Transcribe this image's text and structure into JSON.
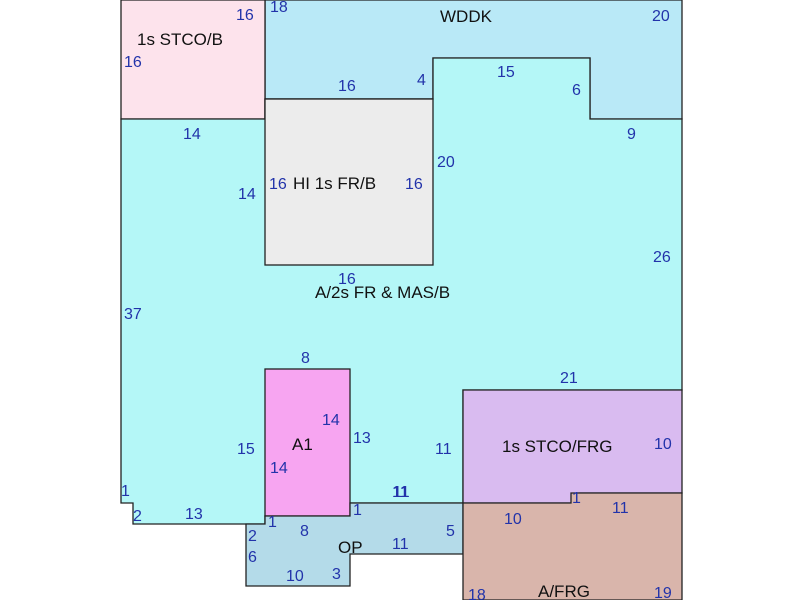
{
  "sketch": {
    "areas": [
      {
        "id": "wddk",
        "label": "WDDK",
        "fill": "#b9e9f7"
      },
      {
        "id": "stco-b",
        "label": "1s STCO/B",
        "fill": "#fde3ec"
      },
      {
        "id": "main",
        "label": "A/2s FR & MAS/B",
        "fill": "#b4f7f7"
      },
      {
        "id": "hi",
        "label": "HI 1s FR/B",
        "fill": "#ececec"
      },
      {
        "id": "a1",
        "label": "A1",
        "fill": "#f7a5f1"
      },
      {
        "id": "stco-frg",
        "label": "1s STCO/FRG",
        "fill": "#d9bbf0"
      },
      {
        "id": "op",
        "label": "OP",
        "fill": "#b4dbe9"
      },
      {
        "id": "afrg",
        "label": "A/FRG",
        "fill": "#d9b5ab"
      }
    ],
    "dimensions": {
      "wddk": [
        "18",
        "20",
        "16",
        "4",
        "15",
        "6",
        "9"
      ],
      "stco_b": [
        "16",
        "16"
      ],
      "main": [
        "14",
        "14",
        "20",
        "26",
        "37",
        "16",
        "21",
        "1",
        "2",
        "13"
      ],
      "hi": [
        "16",
        "16"
      ],
      "a1": [
        "8",
        "15",
        "14",
        "14",
        "13"
      ],
      "stco_frg": [
        "11",
        "10",
        "11"
      ],
      "op": [
        "1",
        "8",
        "11",
        "2",
        "6",
        "10",
        "3",
        "5",
        "11",
        "1"
      ],
      "afrg": [
        "10",
        "1",
        "11",
        "18",
        "19"
      ]
    }
  }
}
